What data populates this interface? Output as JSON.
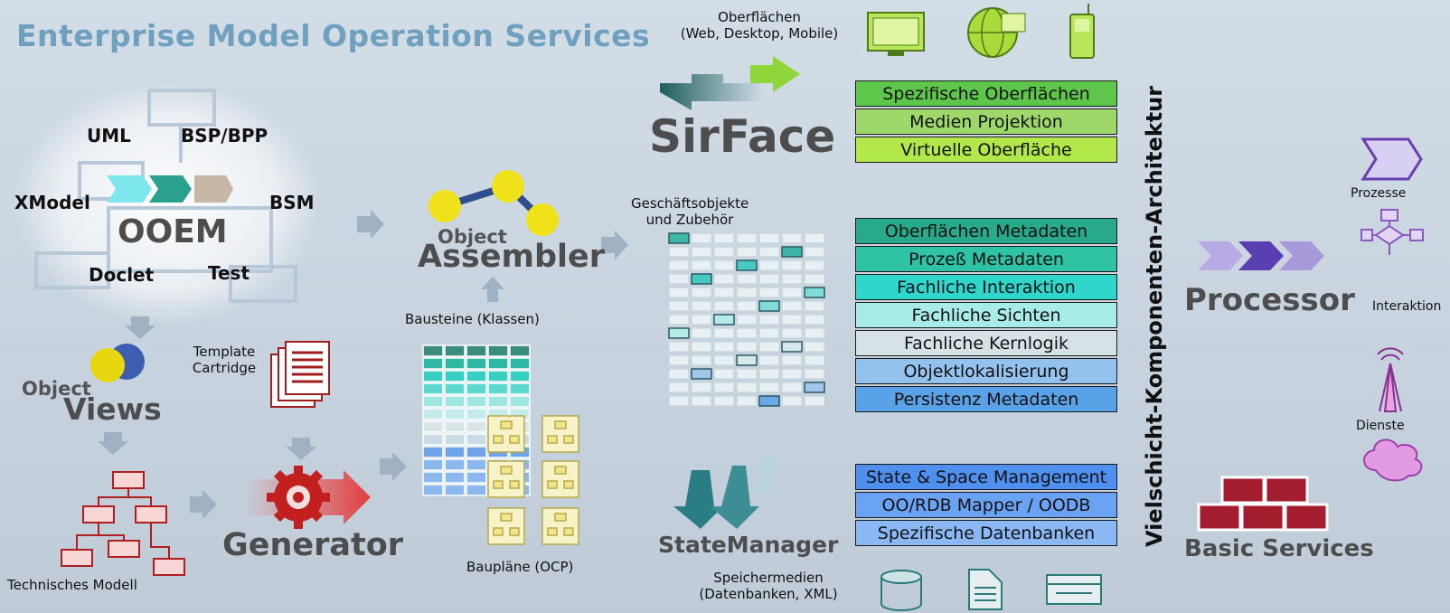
{
  "title": "Enterprise Model Operation Services",
  "ooem": {
    "center": "OOEM",
    "uml": "UML",
    "bsp": "BSP/BPP",
    "xmodel": "XModel",
    "bsm": "BSM",
    "doclet": "Doclet",
    "test": "Test"
  },
  "object_views": {
    "small": "Object",
    "big": "Views"
  },
  "template": "Template\nCartridge",
  "technisches": "Technisches Modell",
  "generator": "Generator",
  "assembler": {
    "small": "Object",
    "big": "Assembler"
  },
  "bausteine": "Bausteine (Klassen)",
  "bauplaene": "Baupläne (OCP)",
  "geschaeft": "Geschäftsobjekte\nund Zubehör",
  "oberflaechen": "Oberflächen\n(Web, Desktop, Mobile)",
  "sirface": "SirFace",
  "statemanager": "StateManager",
  "speicher": "Speichermedien\n(Datenbanken, XML)",
  "vertical": "Vielschicht-Komponenten-Architektur",
  "processor": "Processor",
  "basic_services": "Basic Services",
  "prozesse": "Prozesse",
  "interaktion": "Interaktion",
  "dienste": "Dienste",
  "stack_top": [
    {
      "label": "Spezifische Oberflächen",
      "color": "#5ec64a"
    },
    {
      "label": "Medien Projektion",
      "color": "#9ed86a"
    },
    {
      "label": "Virtuelle Oberfläche",
      "color": "#b2e84a"
    }
  ],
  "stack_mid": [
    {
      "label": "Oberflächen Metadaten",
      "color": "#27a98a"
    },
    {
      "label": "Prozeß Metadaten",
      "color": "#2ec3a4"
    },
    {
      "label": "Fachliche Interaktion",
      "color": "#2fd6cc"
    },
    {
      "label": "Fachliche Sichten",
      "color": "#a8ecea"
    },
    {
      "label": "Fachliche Kernlogik",
      "color": "#d6e3e6"
    },
    {
      "label": "Objektlokalisierung",
      "color": "#93c2ef"
    },
    {
      "label": "Persistenz Metadaten",
      "color": "#5aa2e8"
    }
  ],
  "stack_bot": [
    {
      "label": "State & Space Management",
      "color": "#4f8ff0"
    },
    {
      "label": "OO/RDB Mapper / OODB",
      "color": "#6aa3f3"
    },
    {
      "label": "Spezifische Datenbanken",
      "color": "#8ab8f5"
    }
  ]
}
